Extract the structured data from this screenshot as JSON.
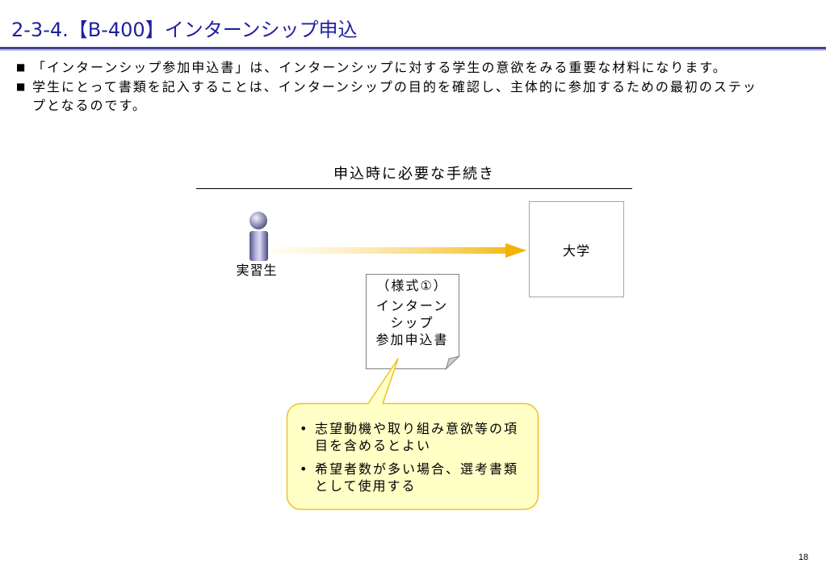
{
  "slide": {
    "title": "2-3-4.【B-400】インターンシップ申込",
    "bullet_marker": "■",
    "bullets": [
      "「インターンシップ参加申込書」は、インターンシップに対する学生の意欲をみる重要な材料になります。",
      "学生にとって書類を記入することは、インターンシップの目的を確認し、主体的に参加するための最初のステップとなるのです。"
    ],
    "page_number": "18"
  },
  "diagram": {
    "heading": "申込時に必要な手続き",
    "actor_icon": "person-icon",
    "actor_label": "実習生",
    "destination_label": "大学",
    "document": {
      "icon": "document-icon",
      "lines": [
        "（様式①）",
        "インターン",
        "シップ",
        "参加申込書"
      ]
    },
    "callout": {
      "bullet_marker": "•",
      "items": [
        "志望動機や取り組み意欲等の項目を含めるとよい",
        "希望者数が多い場合、選考書類として使用する"
      ]
    }
  },
  "colors": {
    "title": "#1f1f9f",
    "title_rule": "#43438f",
    "title_rule_shade": "#c4c4e0",
    "arrow": "#f2b200",
    "arrow_fade": "#fff8e0",
    "callout_fill": "#ffffc6",
    "callout_border": "#efc224",
    "box_border": "#a6a6a6",
    "document_border": "#808080"
  }
}
